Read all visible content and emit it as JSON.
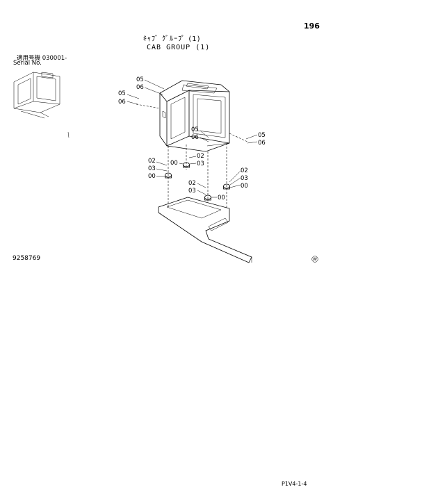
{
  "page": {
    "page_number": "196",
    "title_jp": "ｷｬﾌﾞ ｸﾞﾙｰﾌﾟ (1)",
    "title_en": "CAB GROUP (1)",
    "serial_label_jp": "適用号機 030001-",
    "serial_label_en": "Serial No.",
    "drawing_number": "9258769",
    "sheet_code": "P1V4-1-4"
  },
  "callouts": [
    {
      "id": "c1",
      "text": "05"
    },
    {
      "id": "c2",
      "text": "06"
    },
    {
      "id": "c3",
      "text": "05"
    },
    {
      "id": "c4",
      "text": "06"
    },
    {
      "id": "c5",
      "text": "05"
    },
    {
      "id": "c6",
      "text": "06"
    },
    {
      "id": "c7",
      "text": "05"
    },
    {
      "id": "c8",
      "text": "06"
    },
    {
      "id": "c9",
      "text": "02"
    },
    {
      "id": "c10",
      "text": "03"
    },
    {
      "id": "c11",
      "text": "00"
    },
    {
      "id": "c12",
      "text": "00"
    },
    {
      "id": "c13",
      "text": "02"
    },
    {
      "id": "c14",
      "text": "03"
    },
    {
      "id": "c15",
      "text": "02"
    },
    {
      "id": "c16",
      "text": "03"
    },
    {
      "id": "c17",
      "text": "00"
    },
    {
      "id": "c18",
      "text": "02"
    },
    {
      "id": "c19",
      "text": "03"
    },
    {
      "id": "c20",
      "text": "00"
    }
  ]
}
